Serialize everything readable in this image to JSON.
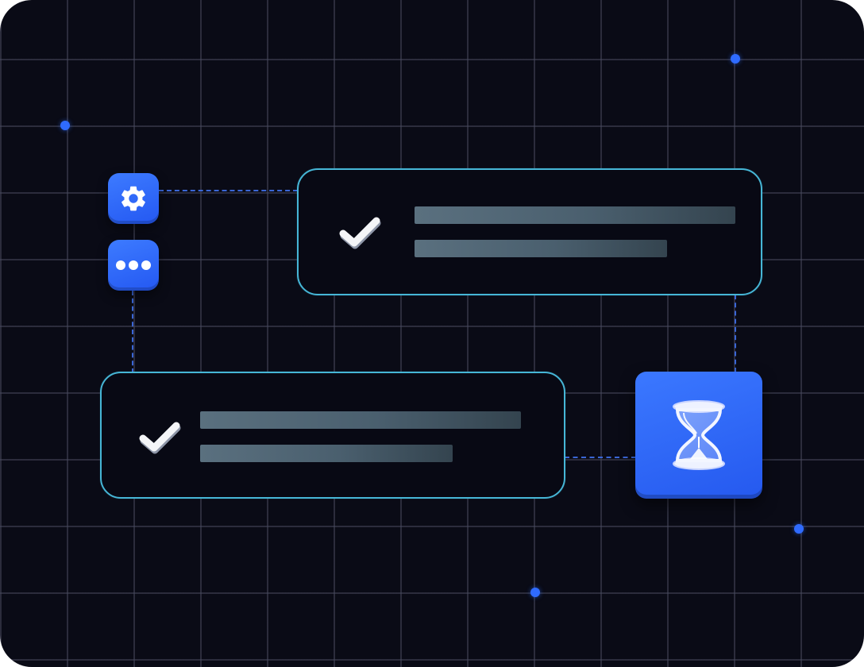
{
  "colors": {
    "background": "#0a0b16",
    "accent": "#2f6bff",
    "card_border": "#46b6d6",
    "connector": "#3a66d6"
  },
  "icons": {
    "settings": "gear-icon",
    "more": "more-dots-icon",
    "task_done": "checkmark-icon",
    "pending": "hourglass-icon"
  },
  "cards": [
    {
      "status": "done",
      "icon": "checkmark-icon",
      "placeholder_lines": 2
    },
    {
      "status": "done",
      "icon": "checkmark-icon",
      "placeholder_lines": 2
    }
  ],
  "pending_node": {
    "icon": "hourglass-icon"
  }
}
